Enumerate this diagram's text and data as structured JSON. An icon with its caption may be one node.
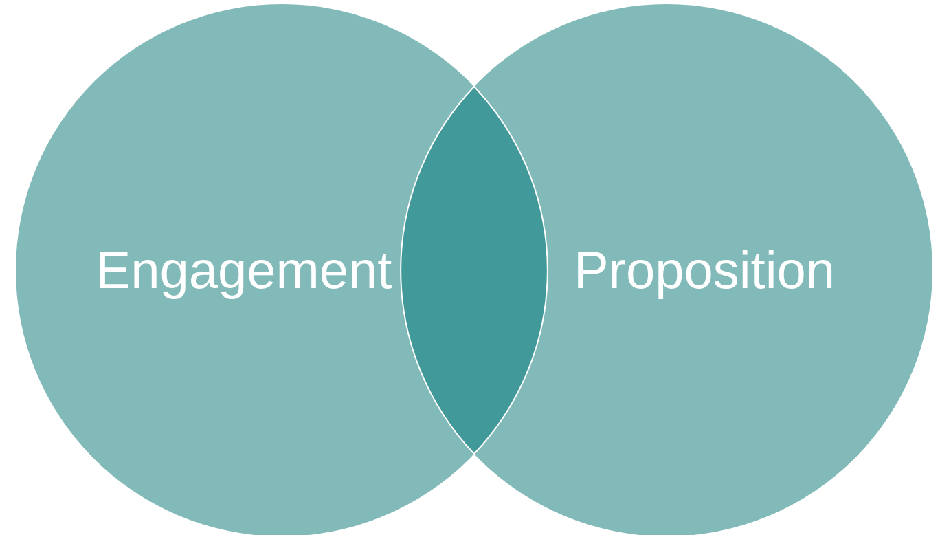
{
  "diagram": {
    "nodes": [
      {
        "text": [
          "Engagement"
        ]
      },
      {
        "text": [
          "Proposition"
        ]
      },
      {
        "text": [],
        "shape": "lens"
      }
    ]
  }
}
